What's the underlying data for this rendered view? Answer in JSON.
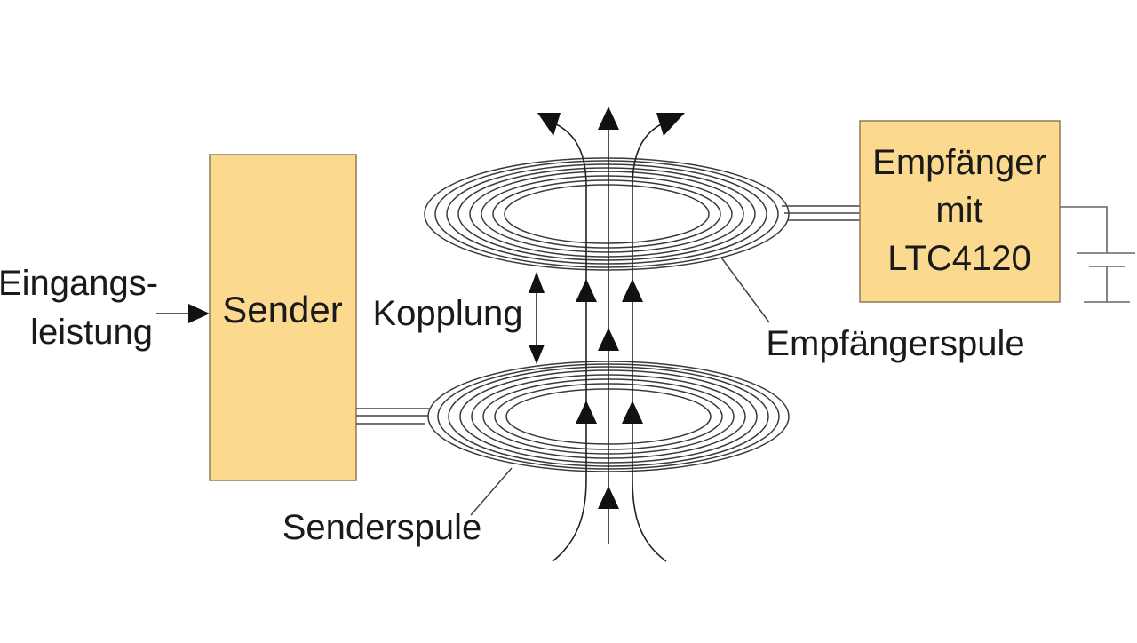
{
  "labels": {
    "input_line1": "Eingangs-",
    "input_line2": "leistung",
    "sender": "Sender",
    "coupling": "Kopplung",
    "receiver_line1": "Empfänger",
    "receiver_line2": "mit",
    "receiver_line3": "LTC4120",
    "receiver_coil": "Empfängerspule",
    "sender_coil": "Senderspule"
  },
  "colors": {
    "block_fill": "#fbd98f",
    "block_stroke": "#8f7a56",
    "coil": "#3a3a3a",
    "line": "#222222"
  }
}
